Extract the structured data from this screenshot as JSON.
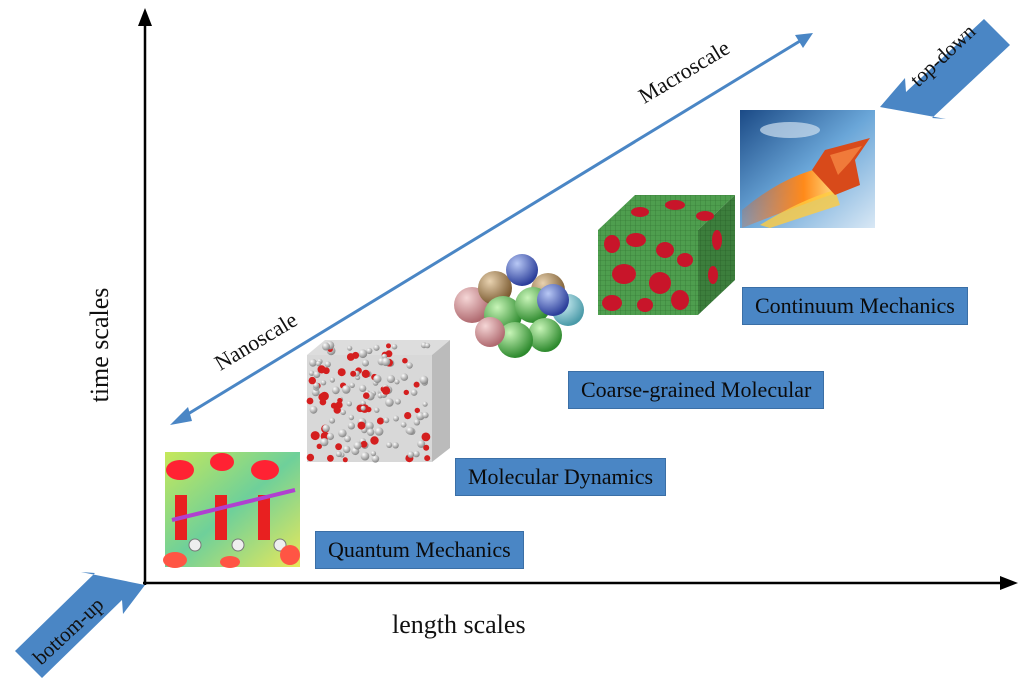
{
  "axes": {
    "x_label": "length scales",
    "y_label": "time scales"
  },
  "scale_arrow": {
    "upper_label": "Macroscale",
    "lower_label": "Nanoscale"
  },
  "approaches": {
    "top": "top-down",
    "bottom": "bottom-up"
  },
  "levels": [
    {
      "label": "Quantum Mechanics",
      "image": "crystal-lattice-slab"
    },
    {
      "label": "Molecular Dynamics",
      "image": "atom-cube"
    },
    {
      "label": "Coarse-grained Molecular",
      "image": "bead-cluster"
    },
    {
      "label": "Continuum Mechanics",
      "image": "mesh-cube"
    },
    {
      "label": "",
      "image": "reentry-vehicle"
    }
  ],
  "colors": {
    "arrow_blue": "#4a86c5",
    "box_blue": "#4a86c5",
    "axis": "#000000"
  }
}
